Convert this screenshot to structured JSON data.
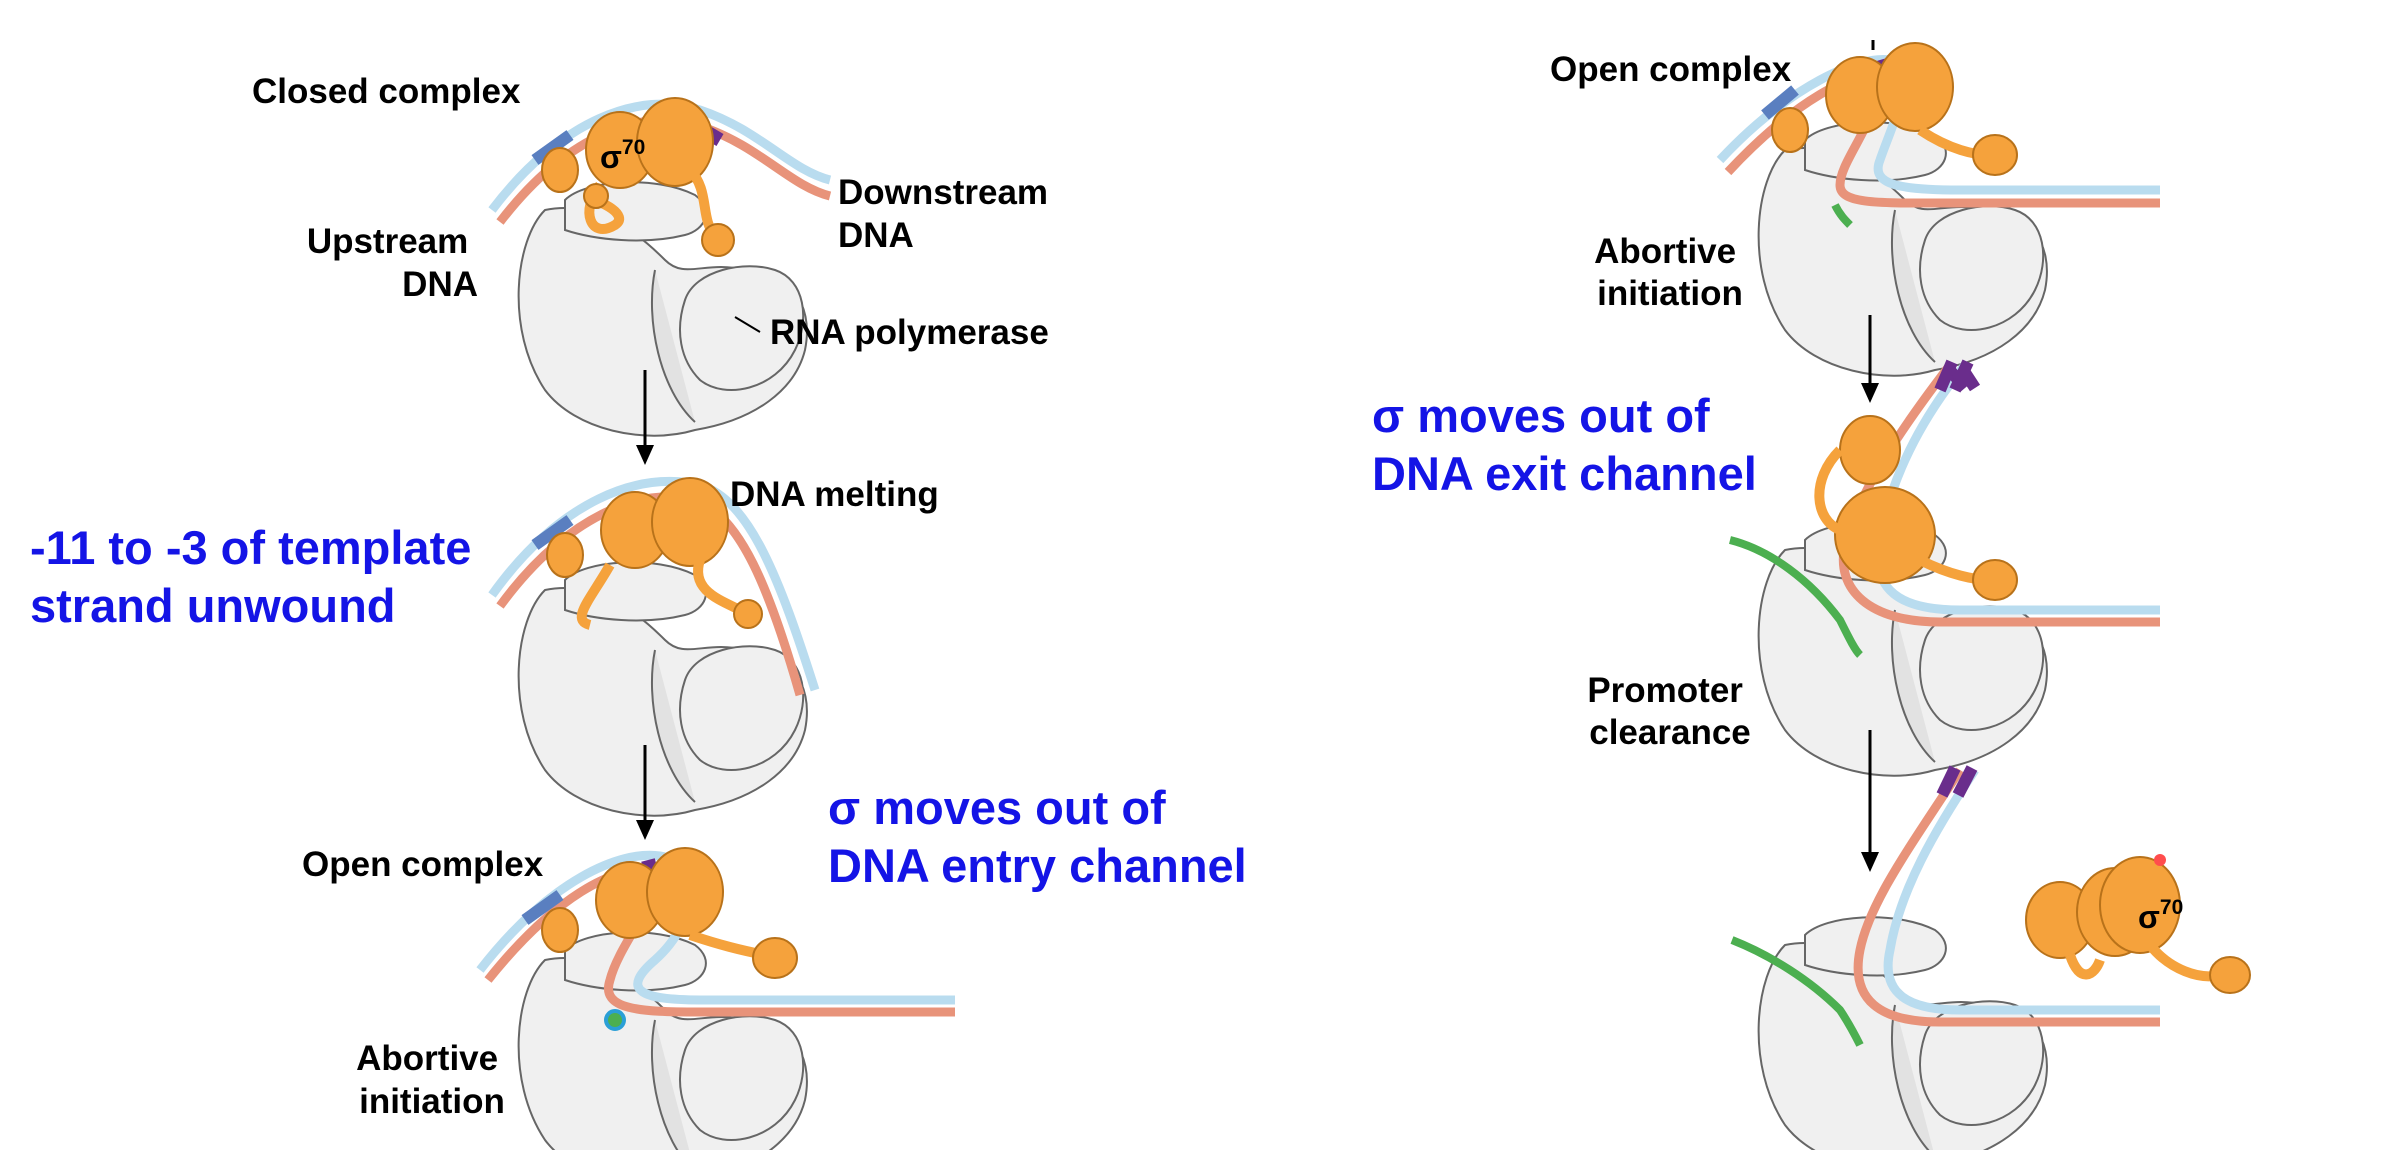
{
  "colors": {
    "annotation_blue": "#1414e6",
    "sigma_orange": "#f5a23c",
    "dna_salmon": "#e8937a",
    "dna_light_blue": "#b9dcef",
    "promoter_purple": "#6a2d8c",
    "upstream_blue": "#5a7fc0",
    "rna_green": "#4caf50",
    "polymerase_gray": "#eeeeee"
  },
  "left_panel": {
    "closed_complex": {
      "title": "Closed complex",
      "sigma": "σ",
      "sigma_superscript": "70",
      "upstream_label": [
        "Upstream",
        "DNA"
      ],
      "downstream_label": [
        "Downstream",
        "DNA"
      ],
      "polymerase_label": "RNA polymerase"
    },
    "melting": {
      "label": "DNA melting",
      "annotation": [
        "-11 to -3 of template",
        "strand unwound"
      ]
    },
    "open_complex": {
      "title": "Open complex",
      "step_label": [
        "Abortive",
        "initiation"
      ],
      "annotation": [
        "σ moves out of",
        "DNA entry channel"
      ]
    }
  },
  "right_panel": {
    "open_complex": {
      "title": "Open complex",
      "step_label": [
        "Abortive",
        "initiation"
      ],
      "annotation": [
        "σ moves out of",
        "DNA exit channel"
      ]
    },
    "clearance": {
      "step_label": [
        "Promoter",
        "clearance"
      ]
    },
    "released": {
      "sigma": "σ",
      "sigma_superscript": "70"
    }
  }
}
